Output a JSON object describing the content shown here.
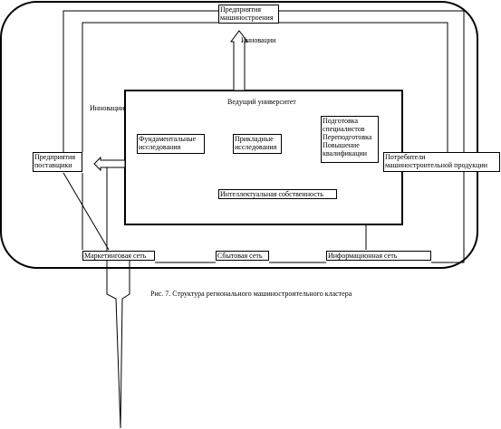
{
  "nodes": {
    "top_enterprises": "Предприятия\nмашиностроения",
    "suppliers": "Предприятия\nпоставщики",
    "consumers": "Потребители\nмашиностроительной продукции",
    "university": "Ведущий университет",
    "fundamental": "Фундаментальные\nисследования",
    "applied": "Прикладные\nисследования",
    "training": "Подготовка\nспециалистов\nПереподготовка\nПовышение\nквалификации",
    "ip": "Интеллектуальная собственность",
    "marketing": "Маркетинговая сеть",
    "sales": "Сбытовая сеть",
    "info": "Информационная сеть"
  },
  "labels": {
    "innovations_top": "Инновации",
    "innovations_left": "Инновации"
  },
  "caption": "Рис. 7. Структура регионального машиностроительного кластера"
}
